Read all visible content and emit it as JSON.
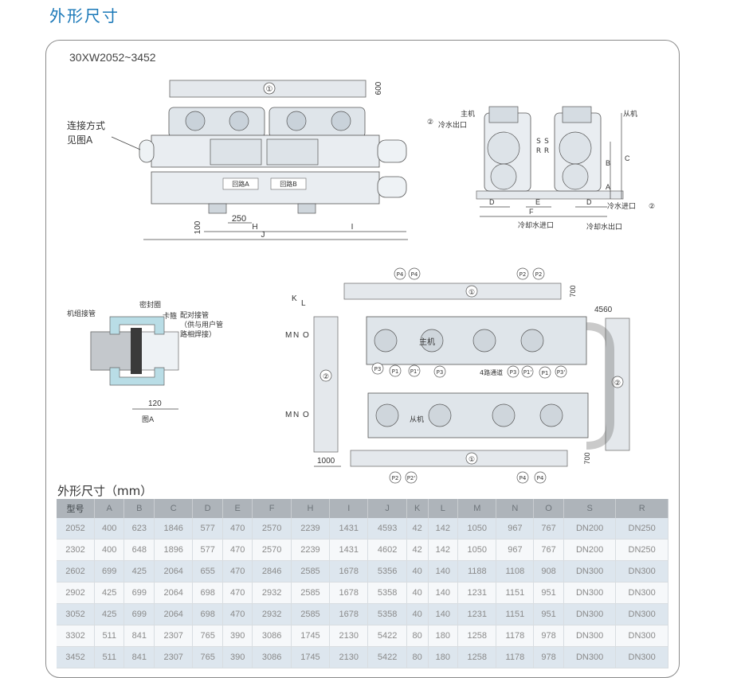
{
  "page_title": "外形尺寸",
  "model_range": "30XW2052~3452",
  "front_view": {
    "connection_note_line1": "连接方式",
    "connection_note_line2": "见图A",
    "clearance_tag": "①",
    "clearance_dim": "600",
    "circuit_a": "回路A",
    "circuit_b": "回路B",
    "dim_250": "250",
    "dim_100": "100",
    "dim_H": "H",
    "dim_I": "I",
    "dim_J": "J"
  },
  "side_view": {
    "main_unit": "主机",
    "slave_unit": "从机",
    "chilled_water_outlet": "冷水出口",
    "chilled_water_inlet": "冷水进口",
    "cooling_water_inlet": "冷却水进口",
    "cooling_water_outlet": "冷却水出口",
    "tag2": "②",
    "dim_A": "A",
    "dim_B": "B",
    "dim_C": "C",
    "dim_D": "D",
    "dim_E": "E",
    "dim_F": "F",
    "dim_S": "S",
    "dim_R": "R"
  },
  "detail_a": {
    "seal_ring": "密封圈",
    "unit_pipe": "机组接管",
    "clamp": "卡箍",
    "mating_pipe_line1": "配对接管",
    "mating_pipe_line2": "（供与用户管",
    "mating_pipe_line3": "路相焊接）",
    "dim_120": "120",
    "caption": "图A"
  },
  "top_view": {
    "main_unit": "主机",
    "slave_unit": "从机",
    "pipe_label": "4路通道",
    "dim_700": "700",
    "dim_4560": "4560",
    "dim_1000": "1000",
    "dim_K": "K",
    "dim_L": "L",
    "dim_M": "M",
    "dim_N": "N",
    "dim_O": "O",
    "tag1": "①",
    "tag2": "②",
    "p1": "P1",
    "p1p": "P1'",
    "p2": "P2",
    "p2p": "P2'",
    "p3": "P3",
    "p3p": "P3'",
    "p4": "P4"
  },
  "table": {
    "title": "外形尺寸（mm）",
    "headers": [
      "型号",
      "A",
      "B",
      "C",
      "D",
      "E",
      "F",
      "H",
      "I",
      "J",
      "K",
      "L",
      "M",
      "N",
      "O",
      "S",
      "R"
    ],
    "rows": [
      [
        "2052",
        "400",
        "623",
        "1846",
        "577",
        "470",
        "2570",
        "2239",
        "1431",
        "4593",
        "42",
        "142",
        "1050",
        "967",
        "767",
        "DN200",
        "DN250"
      ],
      [
        "2302",
        "400",
        "648",
        "1896",
        "577",
        "470",
        "2570",
        "2239",
        "1431",
        "4602",
        "42",
        "142",
        "1050",
        "967",
        "767",
        "DN200",
        "DN250"
      ],
      [
        "2602",
        "699",
        "425",
        "2064",
        "655",
        "470",
        "2846",
        "2585",
        "1678",
        "5356",
        "40",
        "140",
        "1188",
        "1108",
        "908",
        "DN300",
        "DN300"
      ],
      [
        "2902",
        "425",
        "699",
        "2064",
        "698",
        "470",
        "2932",
        "2585",
        "1678",
        "5358",
        "40",
        "140",
        "1231",
        "1151",
        "951",
        "DN300",
        "DN300"
      ],
      [
        "3052",
        "425",
        "699",
        "2064",
        "698",
        "470",
        "2932",
        "2585",
        "1678",
        "5358",
        "40",
        "140",
        "1231",
        "1151",
        "951",
        "DN300",
        "DN300"
      ],
      [
        "3302",
        "511",
        "841",
        "2307",
        "765",
        "390",
        "3086",
        "1745",
        "2130",
        "5422",
        "80",
        "180",
        "1258",
        "1178",
        "978",
        "DN300",
        "DN300"
      ],
      [
        "3452",
        "511",
        "841",
        "2307",
        "765",
        "390",
        "3086",
        "1745",
        "2130",
        "5422",
        "80",
        "180",
        "1258",
        "1178",
        "978",
        "DN300",
        "DN300"
      ]
    ]
  }
}
